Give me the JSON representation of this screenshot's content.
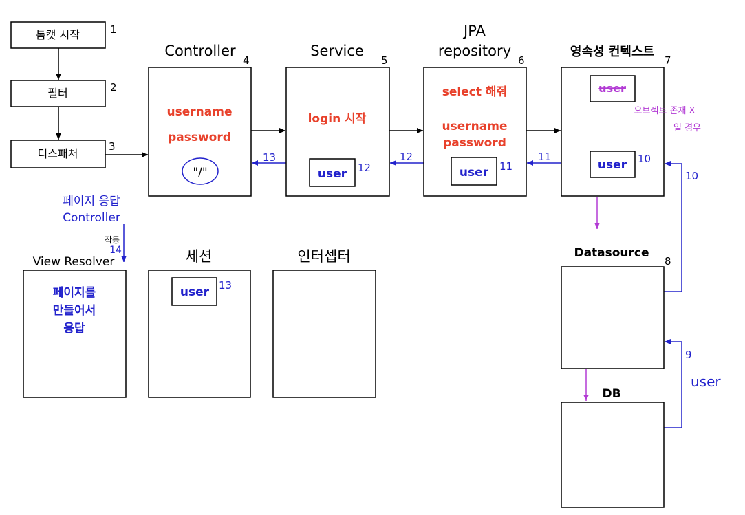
{
  "colors": {
    "black": "#000000",
    "red": "#e8412b",
    "blue": "#2222cc",
    "purple": "#b23bd4",
    "boxStroke": "#000000"
  },
  "flow": {
    "tomcat": "톰캣 시작",
    "filter": "필터",
    "dispatcher": "디스패처",
    "n1": "1",
    "n2": "2",
    "n3": "3"
  },
  "controller": {
    "title": "Controller",
    "num": "4",
    "username": "username",
    "password": "password",
    "route": "\"/\""
  },
  "service": {
    "title": "Service",
    "num": "5",
    "text": "login 시작",
    "user": "user",
    "num12": "12"
  },
  "jpa": {
    "title1": "JPA",
    "title2": "repository",
    "num": "6",
    "select": "select 해줘",
    "username": "username",
    "password": "password",
    "user": "user",
    "num11": "11"
  },
  "context": {
    "title": "영속성 컨텍스트",
    "num": "7",
    "userStrike": "user",
    "note1": "오브젝트 존재 X",
    "note2": "일 경우",
    "user": "user",
    "num10": "10"
  },
  "datasource": {
    "title": "Datasource",
    "num": "8"
  },
  "db": {
    "title": "DB"
  },
  "arrows": {
    "n13": "13",
    "n12": "12",
    "n11": "11",
    "n10": "10",
    "n9": "9",
    "user": "user"
  },
  "response": {
    "line1": "페이지 응답",
    "line2": "Controller",
    "action": "작동",
    "n14": "14"
  },
  "viewResolver": {
    "title": "View Resolver",
    "line1": "페이지를",
    "line2": "만들어서",
    "line3": "응답"
  },
  "session": {
    "title": "세션",
    "user": "user",
    "num": "13"
  },
  "interceptor": {
    "title": "인터셉터"
  }
}
